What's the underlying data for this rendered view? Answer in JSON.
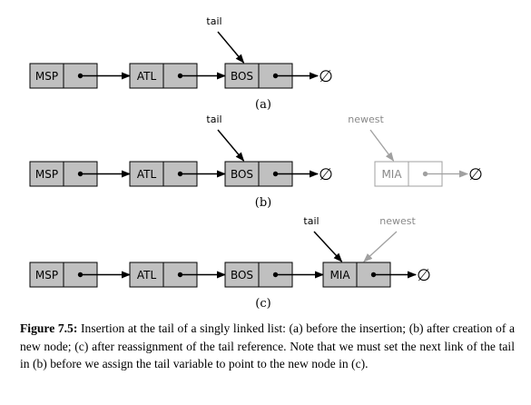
{
  "panels": [
    {
      "label": "(a)",
      "nodes": [
        {
          "text": "MSP",
          "style": "normal"
        },
        {
          "text": "ATL",
          "style": "normal"
        },
        {
          "text": "BOS",
          "style": "normal"
        }
      ],
      "refs": [
        {
          "text": "tail",
          "target": 2,
          "style": "normal"
        }
      ]
    },
    {
      "label": "(b)",
      "nodes": [
        {
          "text": "MSP",
          "style": "normal"
        },
        {
          "text": "ATL",
          "style": "normal"
        },
        {
          "text": "BOS",
          "style": "normal"
        },
        {
          "text": "MIA",
          "style": "faded"
        }
      ],
      "refs": [
        {
          "text": "tail",
          "target": 2,
          "style": "normal"
        },
        {
          "text": "newest",
          "target": 3,
          "style": "faded"
        }
      ]
    },
    {
      "label": "(c)",
      "nodes": [
        {
          "text": "MSP",
          "style": "normal"
        },
        {
          "text": "ATL",
          "style": "normal"
        },
        {
          "text": "BOS",
          "style": "normal"
        },
        {
          "text": "MIA",
          "style": "normal"
        }
      ],
      "refs": [
        {
          "text": "tail",
          "target": 3,
          "style": "normal"
        },
        {
          "text": "newest",
          "target": 3,
          "style": "faded"
        }
      ]
    }
  ],
  "null_symbol": "∅",
  "caption": {
    "figure_number": "Figure 7.5:",
    "text": "Insertion at the tail of a singly linked list: (a) before the insertion; (b) after creation of a new node; (c) after reassignment of the tail reference. Note that we must set the next link of the tail in (b) before we assign the tail variable to point to the new node in (c)."
  },
  "colors": {
    "node_fill": "#c0c0c0",
    "node_stroke": "#000000",
    "faded_stroke": "#a0a0a0",
    "faded_text": "#888888",
    "faded_fill": "#ffffff"
  }
}
